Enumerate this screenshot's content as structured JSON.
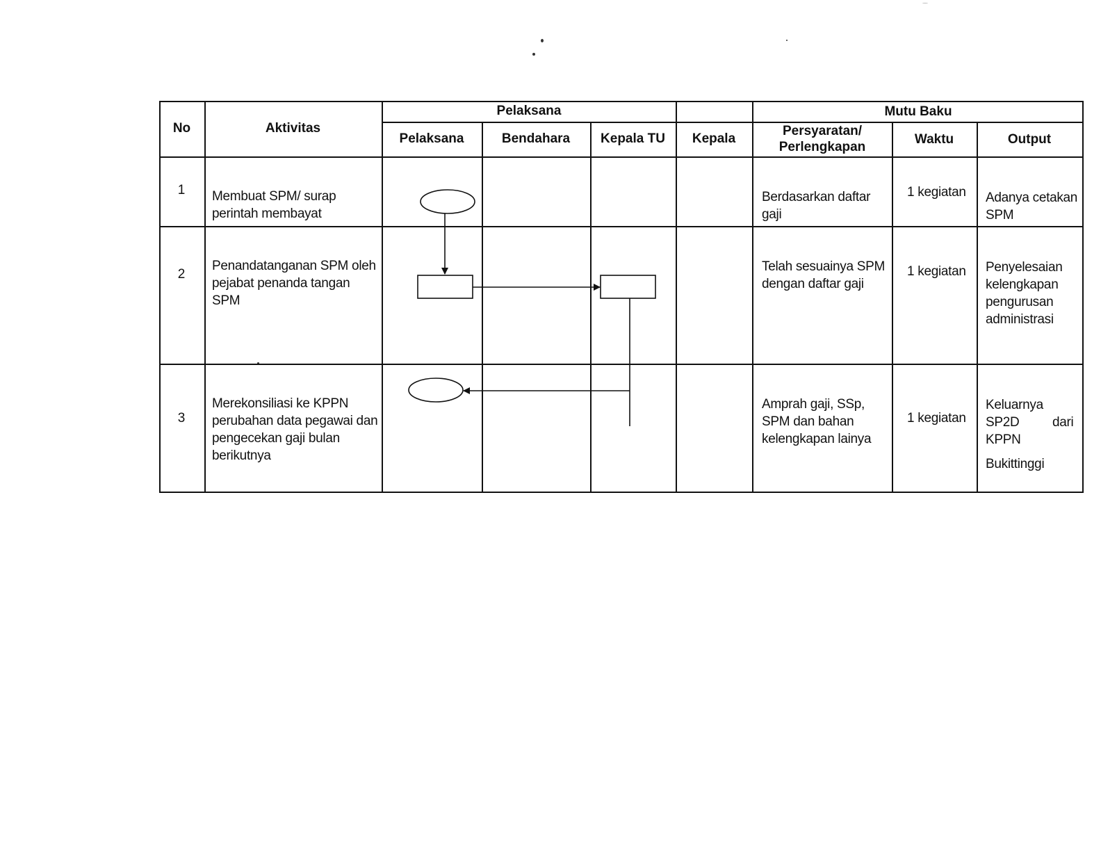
{
  "table": {
    "headers": {
      "no": "No",
      "aktivitas": "Aktivitas",
      "pelaksana_group": "Pelaksana",
      "mutu_baku_group": "Mutu Baku",
      "col_pelaksana": "Pelaksana",
      "col_bendahara": "Bendahara",
      "col_kepala_tu": "Kepala TU",
      "col_kepala": "Kepala",
      "col_persyaratan_line1": "Persyaratan/",
      "col_persyaratan_line2": "Perlengkapan",
      "col_waktu": "Waktu",
      "col_output": "Output"
    },
    "rows": [
      {
        "no": "1",
        "aktivitas": [
          "Membuat SPM/ surap",
          "perintah membayat"
        ],
        "persyaratan": [
          "Berdasarkan daftar",
          "gaji"
        ],
        "waktu": "1 kegiatan",
        "output": [
          "Adanya cetakan",
          "SPM"
        ]
      },
      {
        "no": "2",
        "aktivitas": [
          "Penandatanganan SPM oleh",
          "pejabat penanda tangan",
          "SPM"
        ],
        "persyaratan": [
          "Telah sesuainya SPM",
          "dengan daftar gaji"
        ],
        "waktu": "1 kegiatan",
        "output": [
          "Penyelesaian",
          "kelengkapan",
          "pengurusan",
          "administrasi"
        ]
      },
      {
        "no": "3",
        "aktivitas": [
          "Merekonsiliasi ke KPPN",
          "perubahan data pegawai dan",
          "pengecekan gaji bulan",
          "berikutnya"
        ],
        "persyaratan": [
          "Amprah gaji, SSp,",
          "SPM dan bahan",
          "kelengkapan lainya"
        ],
        "waktu": "1 kegiatan",
        "output": [
          "Keluarnya",
          "SP2D",
          "dari",
          "KPPN",
          "Bukittinggi"
        ]
      }
    ]
  },
  "flow": {
    "shapes": [
      {
        "kind": "terminator",
        "row": 1,
        "column": "Pelaksana"
      },
      {
        "kind": "process",
        "row": 2,
        "column": "Pelaksana"
      },
      {
        "kind": "process",
        "row": 2,
        "column": "Kepala TU"
      },
      {
        "kind": "terminator",
        "row": 3,
        "column": "Pelaksana"
      }
    ],
    "line_color": "#111111"
  }
}
